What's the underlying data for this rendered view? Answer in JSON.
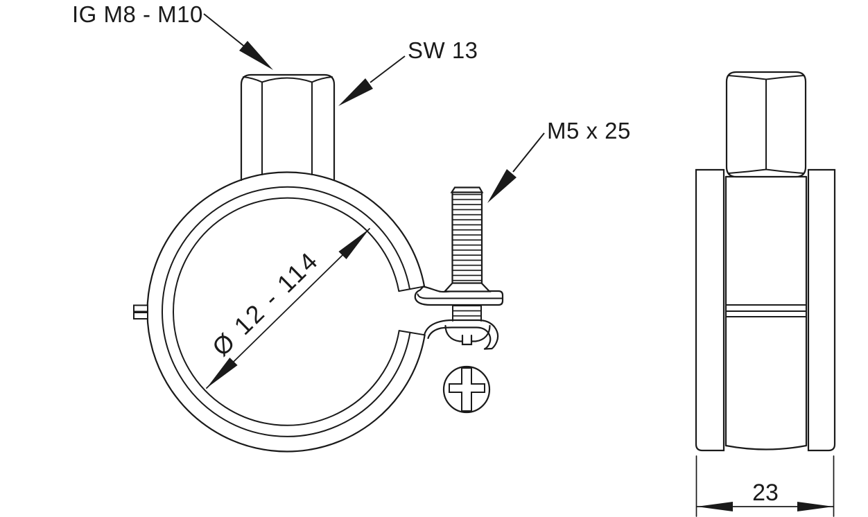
{
  "drawing": {
    "type": "technical-drawing-pipe-clamp",
    "views": [
      "front-view",
      "side-view"
    ],
    "labels": {
      "thread_size": "IG M8 - M10",
      "wrench_size": "SW 13",
      "screw_size": "M5 x 25",
      "clamp_diameter": "Ø 12 - 114",
      "clamp_width": "23"
    },
    "style": {
      "line_color": "#1a1a1a",
      "background": "#ffffff"
    }
  }
}
